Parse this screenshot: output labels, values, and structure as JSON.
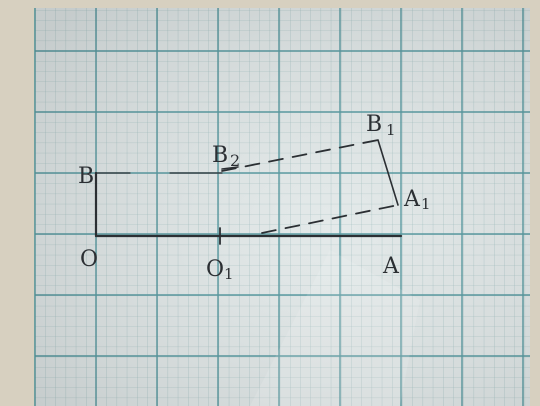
{
  "points": {
    "B": "B",
    "B2": "B",
    "B2_sub": "2",
    "B1": "B",
    "B1_sub": "1",
    "A1": "A",
    "A1_sub": "1",
    "O": "O",
    "O1": "O",
    "O1_sub": "1",
    "A": "A"
  },
  "colors": {
    "paper": "#dfe6e6",
    "grid_minor": "#8fb3b4",
    "grid_major": "#3f8b93",
    "ink": "#2b2f33",
    "margin": "#d7d0c0"
  }
}
